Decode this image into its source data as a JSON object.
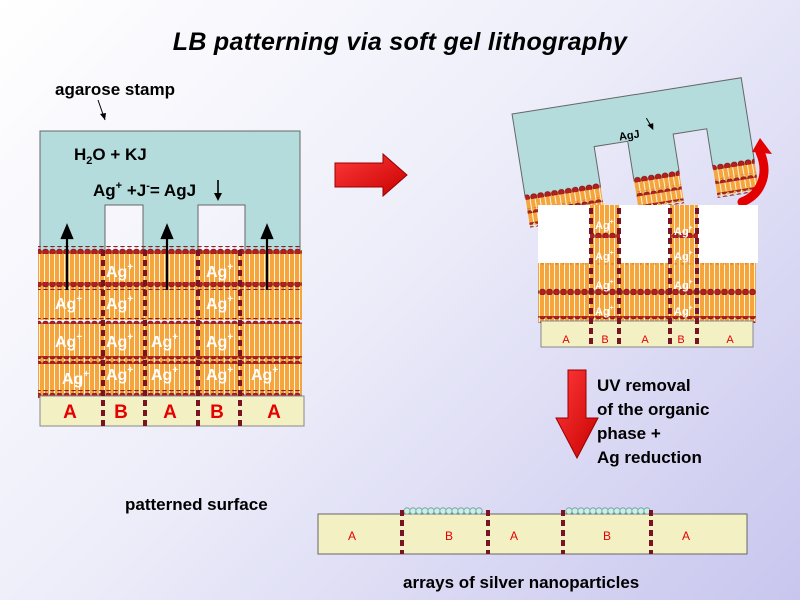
{
  "title": "LB patterning via soft gel lithography",
  "stamp_label": "agarose stamp",
  "reagent": {
    "h": "H",
    "sub": "2",
    "rest": "O + KJ"
  },
  "reaction": {
    "ag": "Ag",
    "ag_sup": "+",
    "j": " +J",
    "j_sup": "-",
    "product": "= AgJ"
  },
  "ion_label": "Ag",
  "ion_charge": "+",
  "left_substrate": [
    "A",
    "B",
    "A",
    "B",
    "A"
  ],
  "right_substrate": [
    "A",
    "B",
    "A",
    "B",
    "A"
  ],
  "agj_label": "AgJ",
  "process_step": [
    "UV removal",
    "of the organic",
    "phase +",
    "Ag reduction"
  ],
  "patterned_label": "patterned surface",
  "final_substrate": [
    "A",
    "B",
    "A",
    "B",
    "A"
  ],
  "nanoparticle_caption": "arrays of silver nanoparticles",
  "colors": {
    "stamp": "#b4dcdc",
    "lipid": "#f4a53e",
    "substrate": "#f3f1c4",
    "arrow": "#e30000",
    "divider": "#7a1424"
  }
}
